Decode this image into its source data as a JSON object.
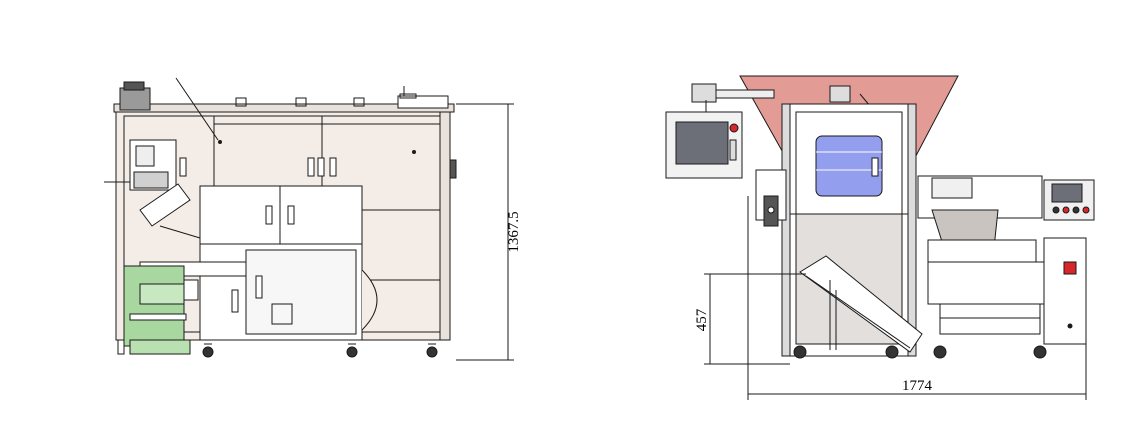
{
  "drawing": {
    "views": [
      {
        "name": "left-side-view"
      },
      {
        "name": "front-view"
      }
    ],
    "dimensions": {
      "height_total": "1367.5",
      "infeed_height": "457",
      "overall_width": "1774"
    },
    "colors": {
      "line": "#1a1a1a",
      "panel_fill": "#f4ece6",
      "green_part": "#a8d8a0",
      "blue_window": "#3b4fe0",
      "hopper_red": "#d97a72",
      "screen": "#6d6f78",
      "red_button": "#d8262b",
      "background": "#ffffff"
    },
    "icons": [
      "hmi-touchscreen-icon",
      "emergency-stop-icon",
      "caster-wheel-icon",
      "hopper-icon"
    ]
  }
}
